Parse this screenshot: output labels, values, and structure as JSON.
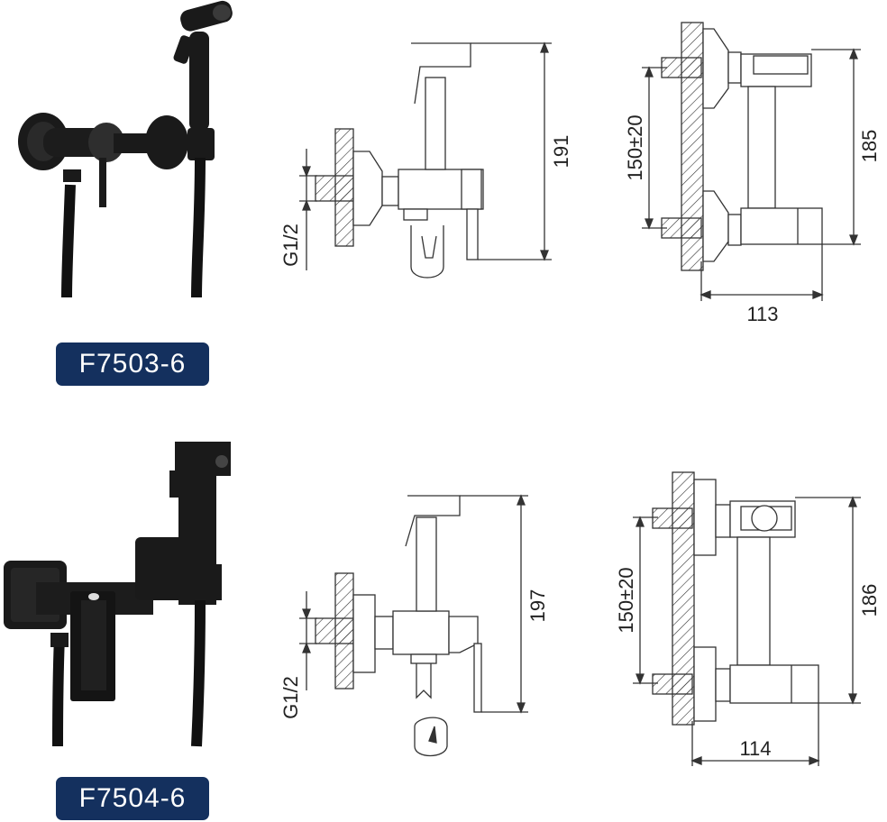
{
  "products": [
    {
      "model": "F7503-6",
      "side_view": {
        "height": "191",
        "thread": "G1/2"
      },
      "front_view": {
        "height": "185",
        "center_distance": "150±20",
        "width": "113"
      }
    },
    {
      "model": "F7504-6",
      "side_view": {
        "height": "197",
        "thread": "G1/2"
      },
      "front_view": {
        "height": "186",
        "center_distance": "150±20",
        "width": "114"
      }
    }
  ],
  "colors": {
    "badge_bg": "#14305e",
    "badge_text": "#ffffff",
    "line": "#333333",
    "product": "#1a1a1a"
  }
}
